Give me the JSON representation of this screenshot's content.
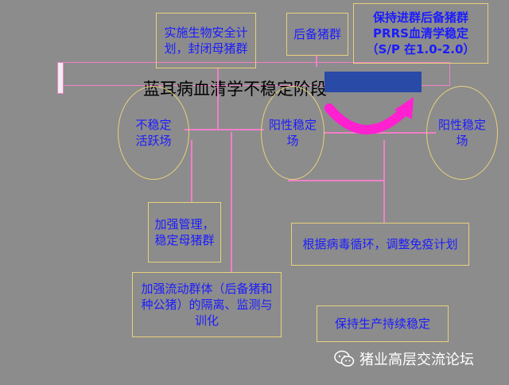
{
  "title": "蓝耳病血清学不稳定阶段",
  "boxes": {
    "biosecurity": "实施生物安全计划，封闭母猪群",
    "gilts": "后备猪群",
    "maintain_gilts": "保持进群后备猪群PRRS血清学稳定（S/P 在1.0-2.0）",
    "strengthen_sows": "加强管理，稳定母猪群",
    "isolation": "加强流动群体（后备猪和种公猪）的隔离、监测与训化",
    "adjust_immunity": "根据病毒循环，调整免疫计划",
    "sustain": "保持生产持续稳定"
  },
  "ovals": {
    "unstable": "不稳定活跃场",
    "positive_1": "阳性稳定场",
    "positive_2": "阳性稳定场"
  },
  "footer": {
    "brand": "猪业高层交流论坛",
    "icon": "wechat-icon"
  },
  "colors": {
    "text_blue": "#1c1cff",
    "box_border": "#e8d27a",
    "connector_pink": "#f080c8",
    "arrow_magenta": "#ff20d0"
  }
}
